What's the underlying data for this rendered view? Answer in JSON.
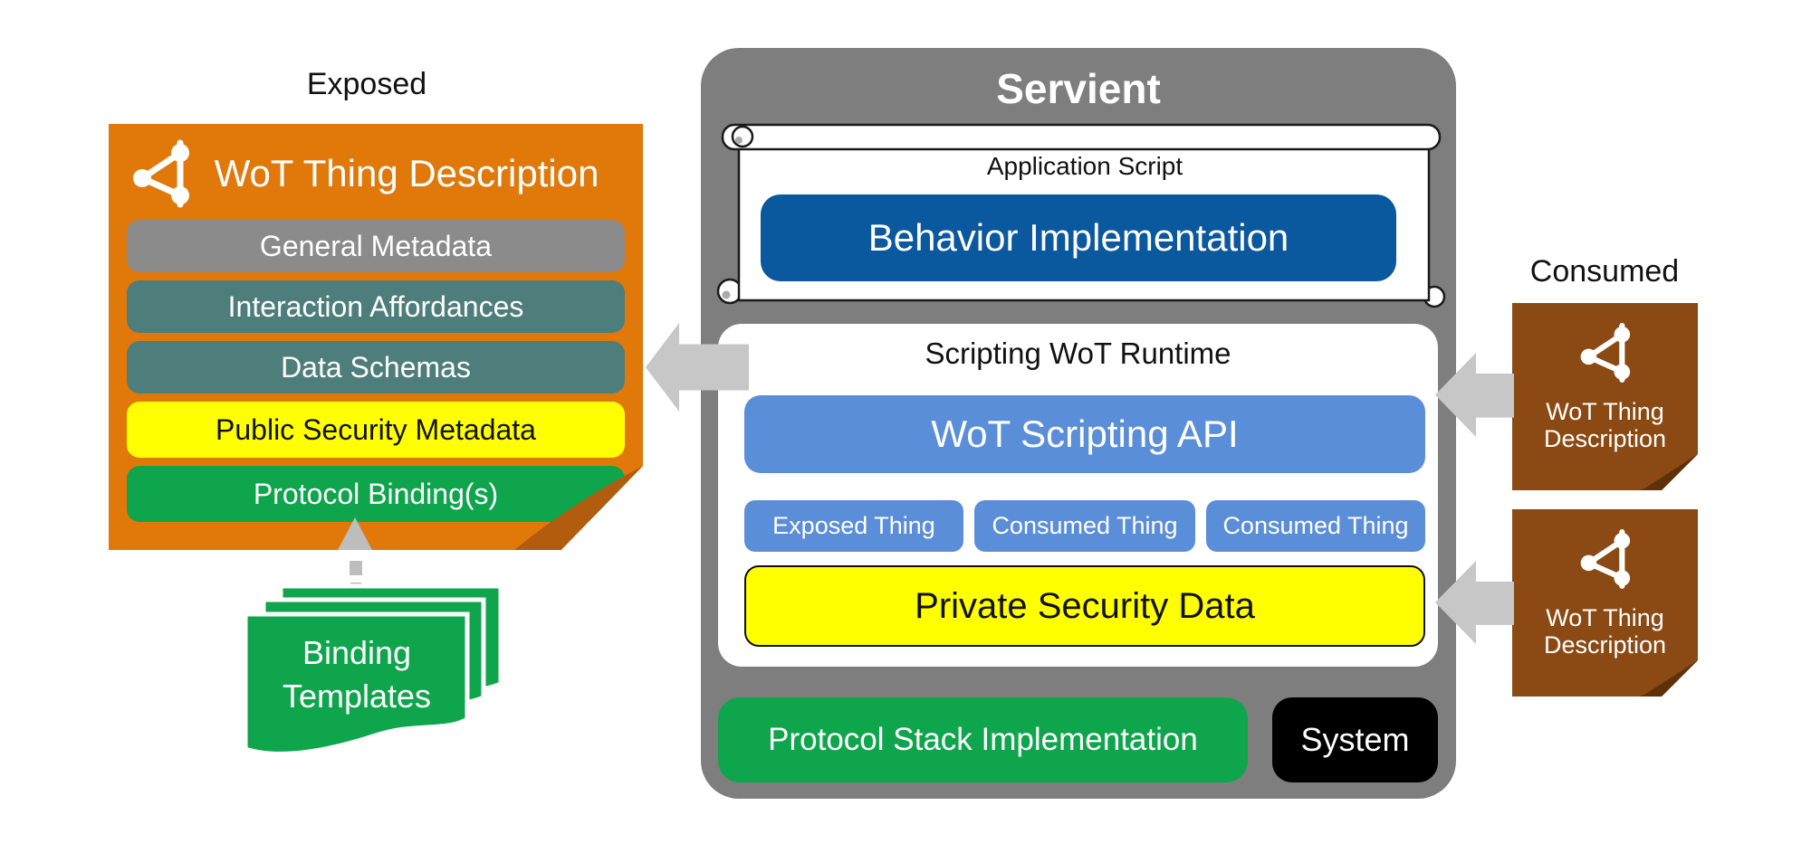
{
  "exposed": {
    "label": "Exposed",
    "card": {
      "title": "WoT Thing Description",
      "rows": [
        {
          "label": "General Metadata",
          "bg": "#8b8b8b",
          "fg": "#ffffff"
        },
        {
          "label": "Interaction Affordances",
          "bg": "#4e7e7c",
          "fg": "#ffffff"
        },
        {
          "label": "Data Schemas",
          "bg": "#4e7e7c",
          "fg": "#ffffff"
        },
        {
          "label": "Public Security Metadata",
          "bg": "#ffff00",
          "fg": "#111111"
        },
        {
          "label": "Protocol Binding(s)",
          "bg": "#0fa54c",
          "fg": "#ffffff"
        }
      ]
    },
    "binding_templates_label": "Binding Templates"
  },
  "servient": {
    "title": "Servient",
    "application_script_label": "Application Script",
    "behavior_label": "Behavior Implementation",
    "runtime": {
      "title": "Scripting WoT Runtime",
      "api_label": "WoT Scripting API",
      "thing_boxes": [
        "Exposed Thing",
        "Consumed Thing",
        "Consumed Thing"
      ],
      "private_security_label": "Private Security Data"
    },
    "protocol_stack_label": "Protocol Stack Implementation",
    "system_label": "System"
  },
  "consumed": {
    "label": "Consumed",
    "cards": [
      {
        "label": "WoT Thing Description"
      },
      {
        "label": "WoT Thing Description"
      }
    ]
  },
  "icons": {
    "wot_logo": "wot-logo-triangle-nodes",
    "left_arrow": "block-arrow-left",
    "right_arrows": "block-arrow-left",
    "dashed_arrow": "dashed-arrow-up",
    "document_fold": "folded-page-corner",
    "scroll": "parchment-scroll"
  },
  "colors": {
    "orange": "#e1780a",
    "orange_fold": "#b25c10",
    "gray_bar": "#8b8b8b",
    "teal": "#4e7e7c",
    "yellow": "#ffff00",
    "green": "#0fa54c",
    "servient": "#7e7e7e",
    "dark_blue": "#0a589e",
    "mid_blue": "#5b8ed8",
    "brown": "#8b4a14",
    "brown_fold": "#5f3108",
    "arrow": "#c7c7c7",
    "dash": "#bdbdbd"
  }
}
